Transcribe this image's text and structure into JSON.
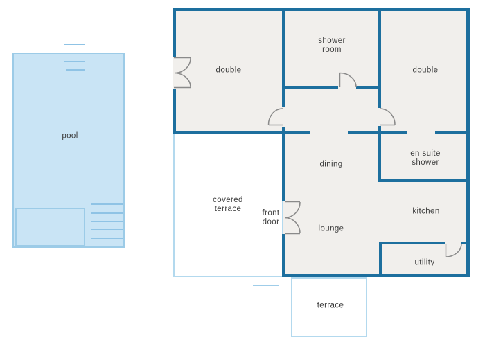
{
  "title": "bungalow floor plan with pool",
  "colors": {
    "wall": "#1d6f9e",
    "room_fill": "#f1efec",
    "door_symbol": "#8a8a8a",
    "pool_fill": "#c9e4f5",
    "pool_border": "#9ccbe7",
    "pool_detail_line": "#8fc3e5",
    "outdoor_border": "#b3d9ee",
    "label_text": "#3d3d3d",
    "background": "#ffffff"
  },
  "labels": {
    "pool": "pool",
    "double_left": "double",
    "shower_room": "shower\nroom",
    "double_right": "double",
    "dining": "dining",
    "en_suite_shower": "en suite\nshower",
    "covered_terrace": "covered\nterrace",
    "front_door": "front\ndoor",
    "lounge": "lounge",
    "kitchen": "kitchen",
    "utility": "utility",
    "terrace": "terrace"
  }
}
